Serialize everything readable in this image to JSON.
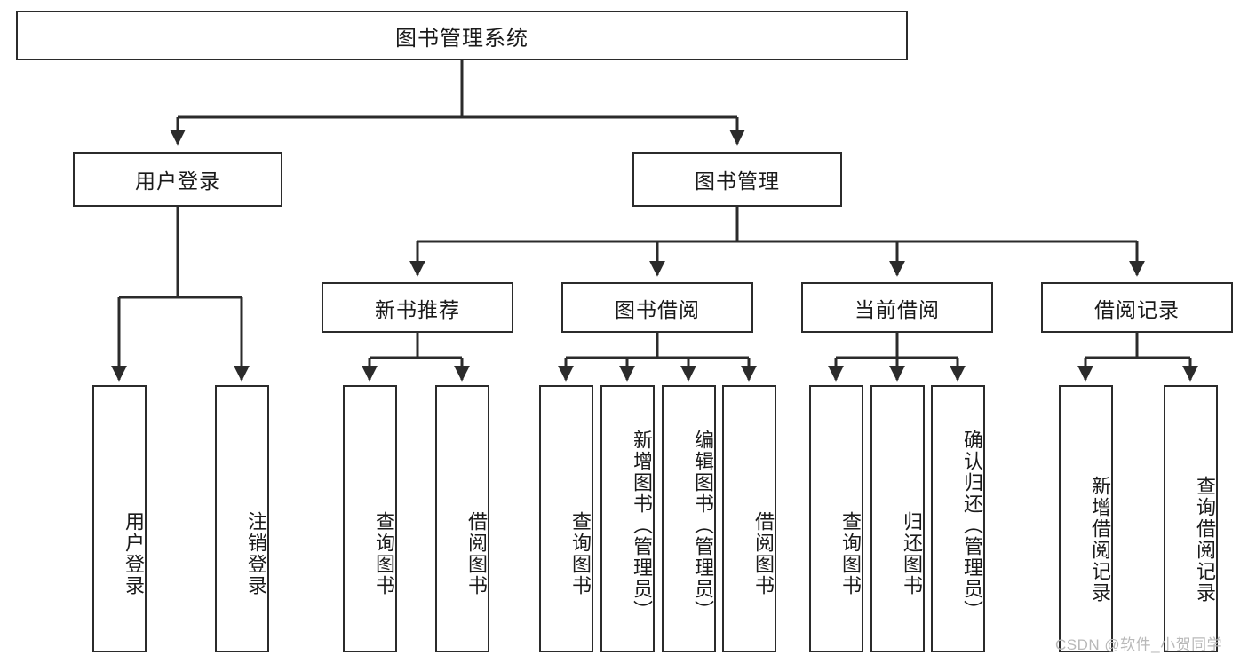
{
  "diagram": {
    "title": "图书管理系统",
    "type": "hierarchy-tree",
    "colors": {
      "background": "#ffffff",
      "box_border": "#2b2b2b",
      "box_fill": "#ffffff",
      "text": "#1a1a1a",
      "edge": "#2b2b2b",
      "watermark": "#b9b9b9"
    },
    "levels": {
      "root": {
        "label": "图书管理系统"
      },
      "level2": [
        {
          "id": "user-login",
          "label": "用户登录"
        },
        {
          "id": "book-manage",
          "label": "图书管理"
        }
      ],
      "level3": [
        {
          "id": "new-book-recommend",
          "label": "新书推荐"
        },
        {
          "id": "book-borrow",
          "label": "图书借阅"
        },
        {
          "id": "current-borrow",
          "label": "当前借阅"
        },
        {
          "id": "borrow-record",
          "label": "借阅记录"
        }
      ],
      "leaves": {
        "user_login": [
          {
            "id": "leaf-user-login",
            "label": "用户登录"
          },
          {
            "id": "leaf-logout-login",
            "label": "注销登录"
          }
        ],
        "new_book_recommend": [
          {
            "id": "leaf-query-book-1",
            "label": "查询图书"
          },
          {
            "id": "leaf-borrow-book-1",
            "label": "借阅图书"
          }
        ],
        "book_borrow": [
          {
            "id": "leaf-query-book-2",
            "label": "查询图书"
          },
          {
            "id": "leaf-add-book",
            "label": "新增图书（管理员）"
          },
          {
            "id": "leaf-edit-book",
            "label": "编辑图书（管理员）"
          },
          {
            "id": "leaf-borrow-book-2",
            "label": "借阅图书"
          }
        ],
        "current_borrow": [
          {
            "id": "leaf-query-book-3",
            "label": "查询图书"
          },
          {
            "id": "leaf-return-book",
            "label": "归还图书"
          },
          {
            "id": "leaf-confirm-return",
            "label": "确认归还（管理员）"
          }
        ],
        "borrow_record": [
          {
            "id": "leaf-add-record",
            "label": "新增借阅记录"
          },
          {
            "id": "leaf-query-record",
            "label": "查询借阅记录"
          }
        ]
      }
    }
  },
  "watermark": {
    "text": "CSDN @软件_小贺同学"
  }
}
